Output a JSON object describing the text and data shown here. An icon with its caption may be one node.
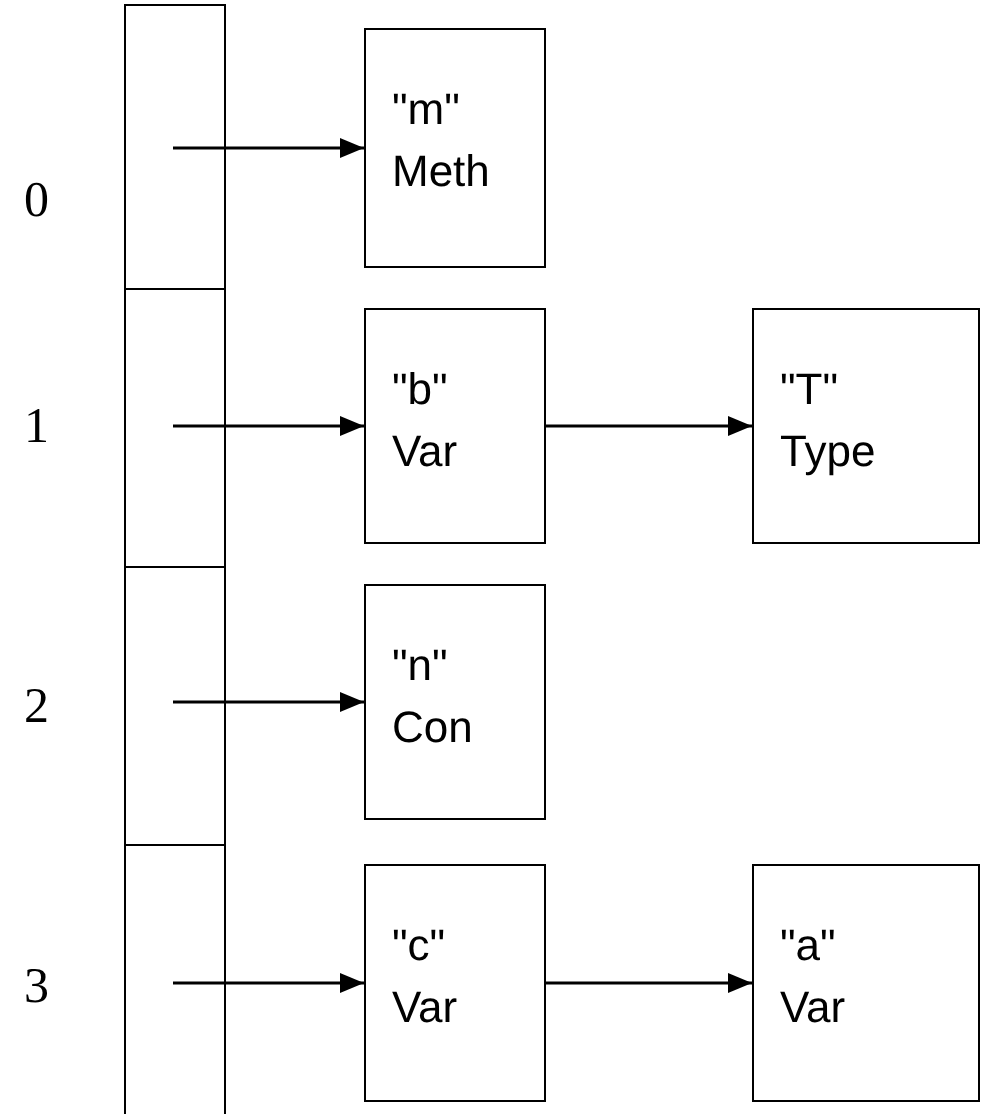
{
  "diagram": {
    "nodes": [
      {
        "text": [
          "0"
        ]
      },
      {
        "text": [
          "\"m\"",
          "Meth"
        ]
      },
      {
        "text": [
          "1"
        ]
      },
      {
        "text": [
          "\"b\"",
          "Var"
        ]
      },
      {
        "text": [
          "\"T\"",
          "Type"
        ]
      },
      {
        "text": [
          "2"
        ]
      },
      {
        "text": [
          "\"n\"",
          "Con"
        ]
      },
      {
        "text": [
          "3"
        ]
      },
      {
        "text": [
          "\"c\"",
          "Var"
        ]
      },
      {
        "text": [
          "\"a\"",
          "Var"
        ]
      }
    ],
    "edges": [
      {
        "from": 0,
        "to": 1,
        "arrow": "to"
      },
      {
        "from": 2,
        "to": 3,
        "arrow": "to"
      },
      {
        "from": 3,
        "to": 4,
        "arrow": "to"
      },
      {
        "from": 5,
        "to": 6,
        "arrow": "to"
      },
      {
        "from": 7,
        "to": 8,
        "arrow": "to"
      },
      {
        "from": 8,
        "to": 9,
        "arrow": "to"
      }
    ]
  }
}
